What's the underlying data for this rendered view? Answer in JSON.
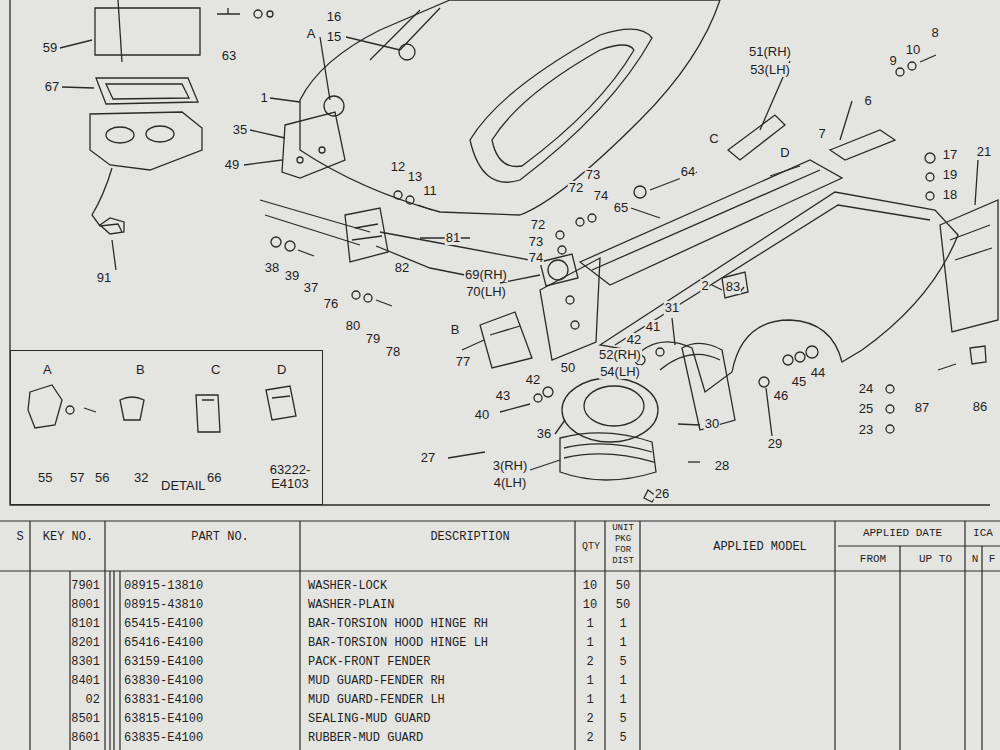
{
  "diagram": {
    "nodes": [
      {
        "text": [
          "A",
          "B",
          "C",
          "D",
          "55",
          "57",
          "56",
          "32",
          "66",
          "63222- E4103",
          "DETAIL"
        ]
      }
    ],
    "labels": [
      "59",
      "16",
      "15",
      "A",
      "63",
      "67",
      "1",
      "35",
      "49",
      "12",
      "13",
      "11",
      "38",
      "39",
      "37",
      "76",
      "81",
      "82",
      "91",
      "80",
      "79",
      "78",
      "B",
      "77",
      "69(RH)",
      "70(LH)",
      "72",
      "73",
      "74",
      "72",
      "73",
      "74",
      "64",
      "65",
      "C",
      "D",
      "7",
      "51(RH)",
      "53(LH)",
      "6",
      "9",
      "10",
      "8",
      "17",
      "19",
      "18",
      "21",
      "83",
      "2",
      "31",
      "41",
      "42",
      "52(RH)",
      "54(LH)",
      "50",
      "42",
      "43",
      "40",
      "36",
      "30",
      "46",
      "45",
      "44",
      "29",
      "24",
      "25",
      "23",
      "87",
      "86",
      "27",
      "3(RH)",
      "4(LH)",
      "28",
      "26",
      "S",
      "KEY NO.",
      "PART NO.",
      "DESCRIPTION",
      "QTY",
      "UNIT PKG FOR DIST",
      "APPLIED MODEL",
      "APPLIED DATE",
      "ICA",
      "FROM",
      "UP TO",
      "N",
      "F",
      "7901",
      "08915-13810",
      "WASHER-LOCK",
      "10",
      "50",
      "8001",
      "08915-43810",
      "WASHER-PLAIN",
      "10",
      "50",
      "8101",
      "65415-E4100",
      "BAR-TORSION HOOD HINGE RH",
      "1",
      "1",
      "8201",
      "65416-E4100",
      "BAR-TORSION HOOD HINGE LH",
      "1",
      "1",
      "8301",
      "63159-E4100",
      "PACK-FRONT FENDER",
      "2",
      "5",
      "8401",
      "63830-E4100",
      "MUD GUARD-FENDER RH",
      "1",
      "1",
      "02",
      "63831-E4100",
      "MUD GUARD-FENDER LH",
      "1",
      "1",
      "8501",
      "63815-E4100",
      "SEALING-MUD GUARD",
      "2",
      "5",
      "8601",
      "63835-E4100",
      "RUBBER-MUD GUARD",
      "2",
      "5"
    ]
  }
}
